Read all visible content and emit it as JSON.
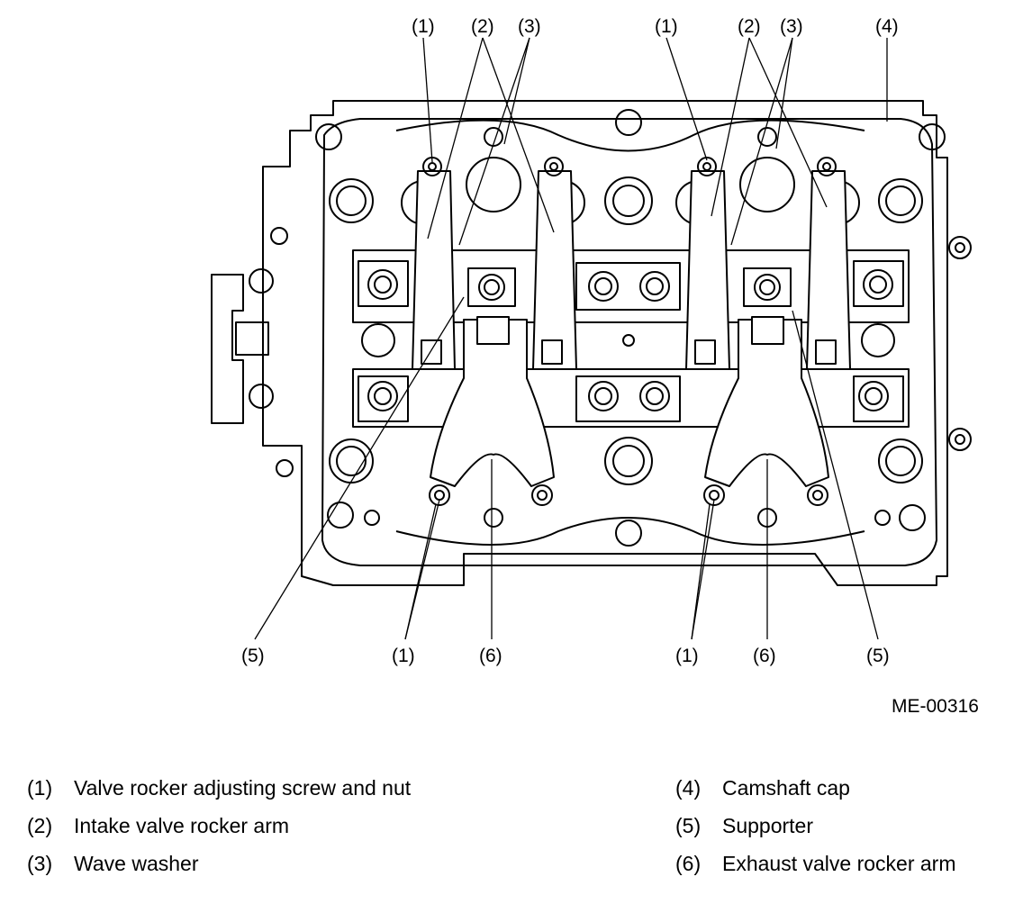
{
  "figure_id": "ME-00316",
  "callouts": {
    "top": [
      "(1)",
      "(2)",
      "(3)",
      "(1)",
      "(2)",
      "(3)",
      "(4)"
    ],
    "bottom": [
      "(5)",
      "(1)",
      "(6)",
      "(1)",
      "(6)",
      "(5)"
    ]
  },
  "legend": {
    "left": [
      {
        "num": "(1)",
        "text": "Valve rocker adjusting screw and nut"
      },
      {
        "num": "(2)",
        "text": "Intake valve rocker arm"
      },
      {
        "num": "(3)",
        "text": "Wave washer"
      }
    ],
    "right": [
      {
        "num": "(4)",
        "text": "Camshaft cap"
      },
      {
        "num": "(5)",
        "text": "Supporter"
      },
      {
        "num": "(6)",
        "text": "Exhaust valve rocker arm"
      }
    ]
  }
}
